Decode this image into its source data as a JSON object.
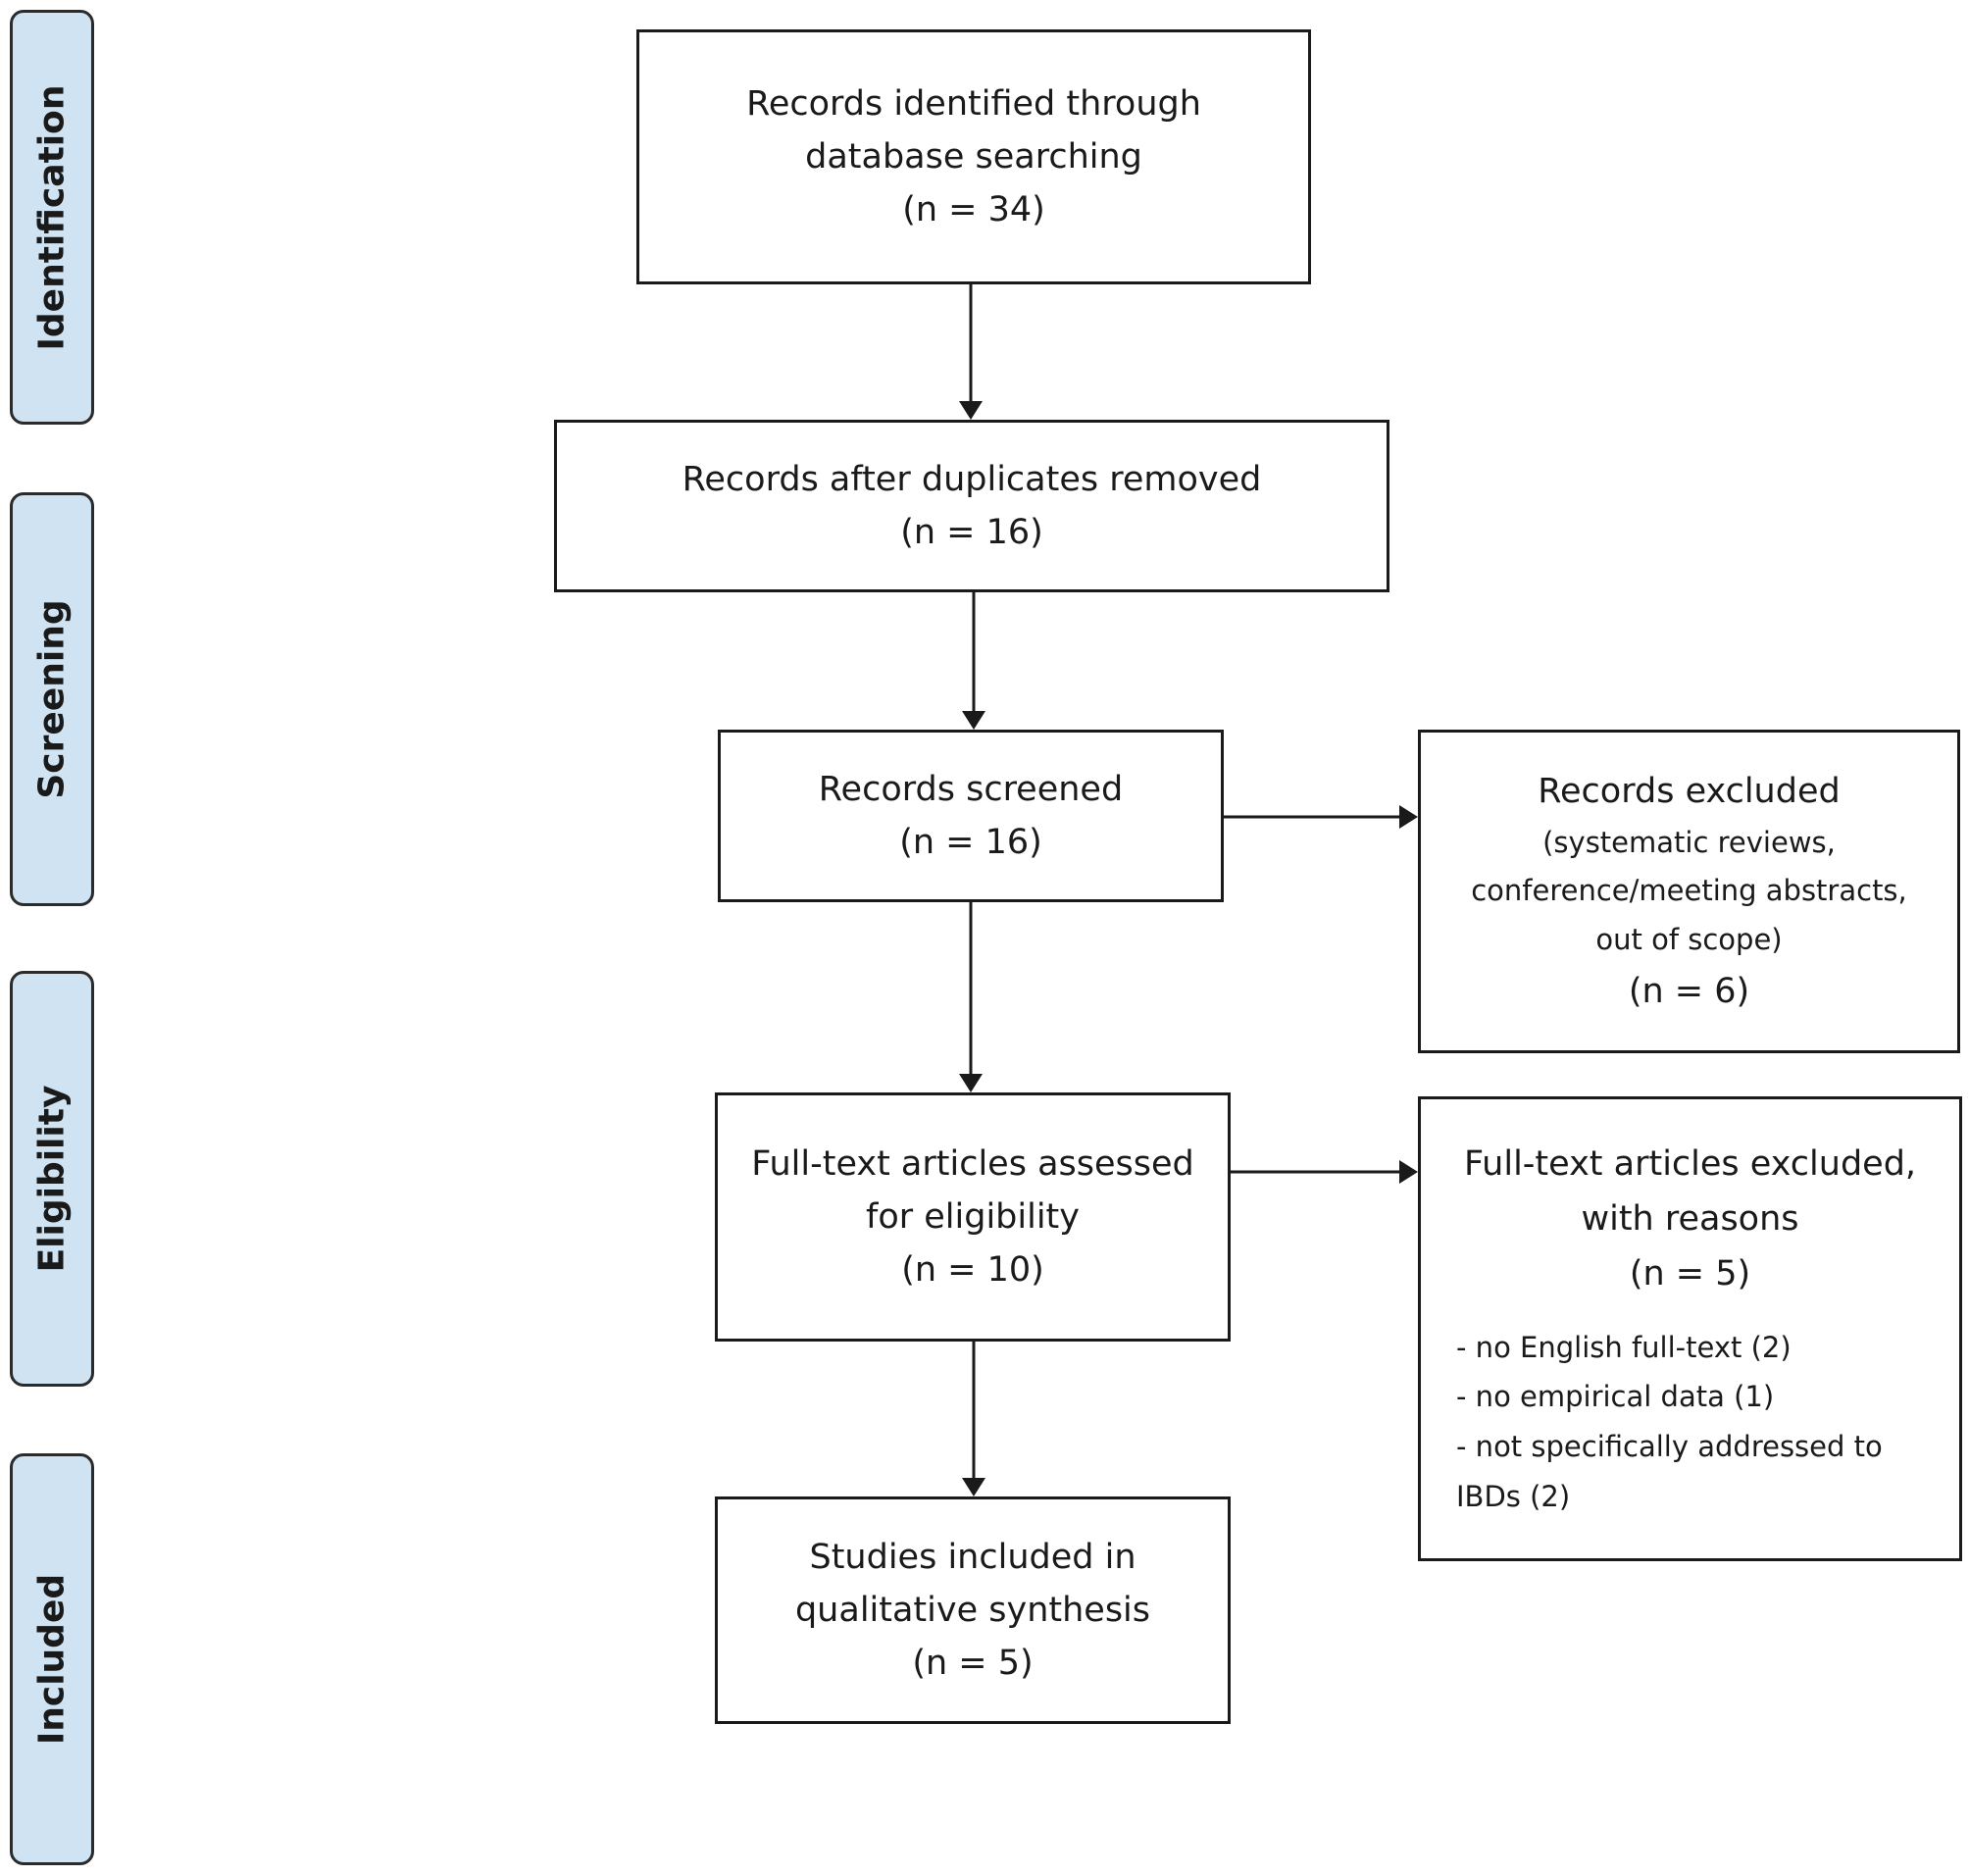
{
  "stages": {
    "identification": "Identification",
    "screening": "Screening",
    "eligibility": "Eligibility",
    "included": "Included"
  },
  "boxes": {
    "identified": {
      "line1": "Records identified through",
      "line2": "database searching",
      "count": "(n =  34)"
    },
    "dedup": {
      "line1": "Records after duplicates removed",
      "count": "(n = 16)"
    },
    "screened": {
      "line1": "Records screened",
      "count": "(n = 16)"
    },
    "excluded": {
      "title": "Records excluded",
      "line1": "(systematic reviews,",
      "line2": "conference/meeting abstracts,",
      "line3": "out of scope)",
      "count": "(n = 6)"
    },
    "fulltext": {
      "line1": "Full-text articles assessed",
      "line2": "for eligibility",
      "count": "(n = 10)"
    },
    "fulltext_excluded": {
      "line1": "Full-text articles excluded,",
      "line2": "with reasons",
      "count": "(n = 5)",
      "reasons": [
        "- no English full-text (2)",
        "- no empirical data (1)",
        "- not specifically addressed to",
        "IBDs (2)"
      ]
    },
    "included": {
      "line1": "Studies included in",
      "line2": "qualitative synthesis",
      "count": "(n = 5)"
    }
  }
}
